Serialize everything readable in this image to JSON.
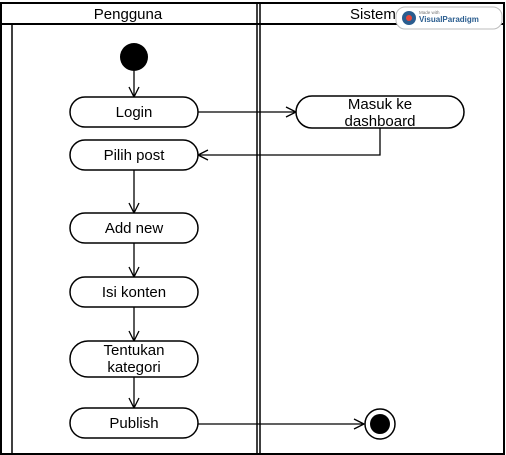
{
  "lanes": {
    "left": "Pengguna",
    "right": "Sistem"
  },
  "watermark": {
    "brand": "VisualParadigm",
    "top_line": "Made with"
  },
  "nodes": {
    "login": "Login",
    "masuk_line1": "Masuk ke",
    "masuk_line2": "dashboard",
    "pilih_post": "Pilih post",
    "add_new": "Add new",
    "isi_konten": "Isi konten",
    "tentukan_line1": "Tentukan",
    "tentukan_line2": "kategori",
    "publish": "Publish"
  },
  "colors": {
    "line": "#000000",
    "background": "#ffffff",
    "watermark_accent": "#2a5d8f"
  }
}
